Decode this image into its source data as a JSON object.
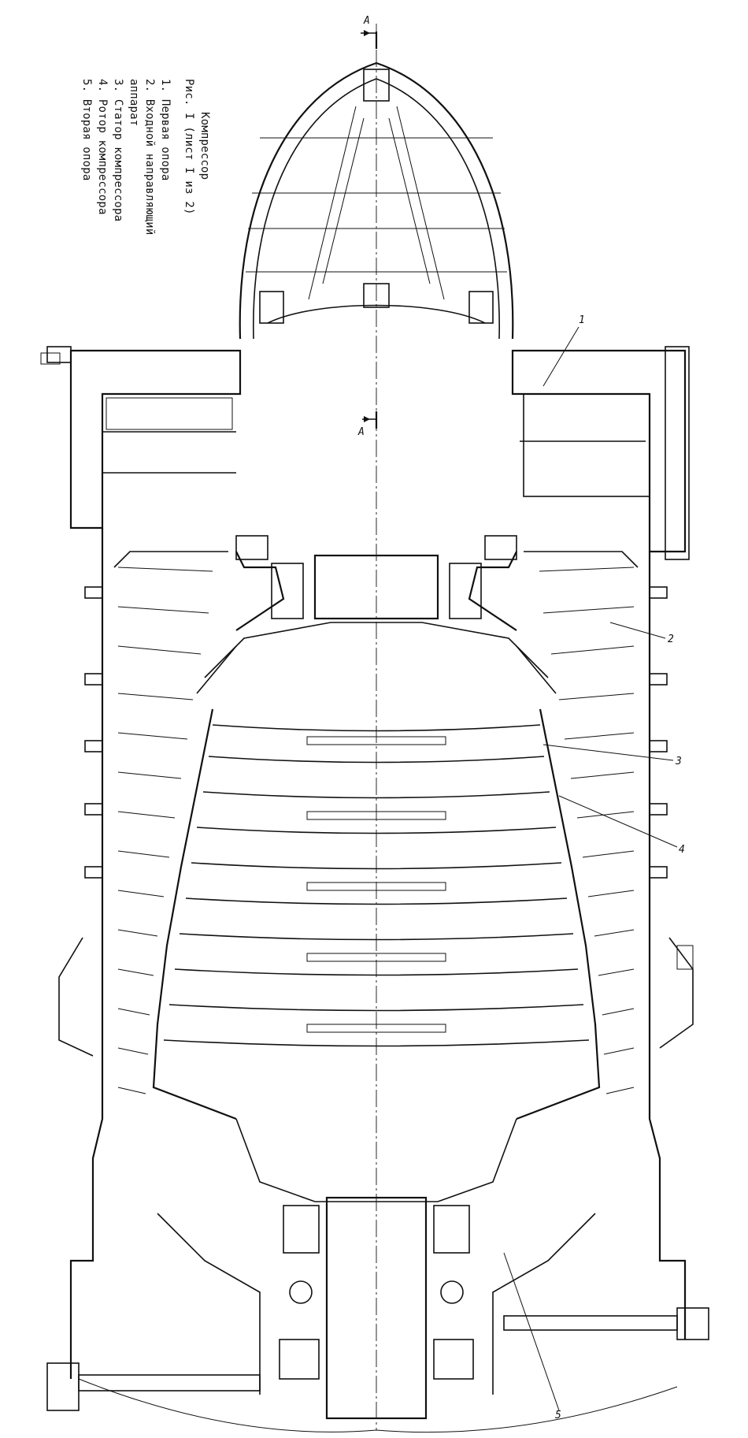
{
  "drawing": {
    "title": "Компрессор",
    "figure": "Рис. I (лист I из 2)",
    "parts": [
      {
        "no": "1.",
        "label": "Первая опора"
      },
      {
        "no": "2.",
        "label": "Входной направляющий аппарат"
      },
      {
        "no": "3.",
        "label": "Статор компрессора"
      },
      {
        "no": "4.",
        "label": "Ротор компрессора"
      },
      {
        "no": "5.",
        "label": "Вторая опора"
      }
    ],
    "callouts": [
      "1",
      "2",
      "3",
      "4",
      "5"
    ],
    "section_marks": {
      "top": "A",
      "mid": "A"
    }
  }
}
